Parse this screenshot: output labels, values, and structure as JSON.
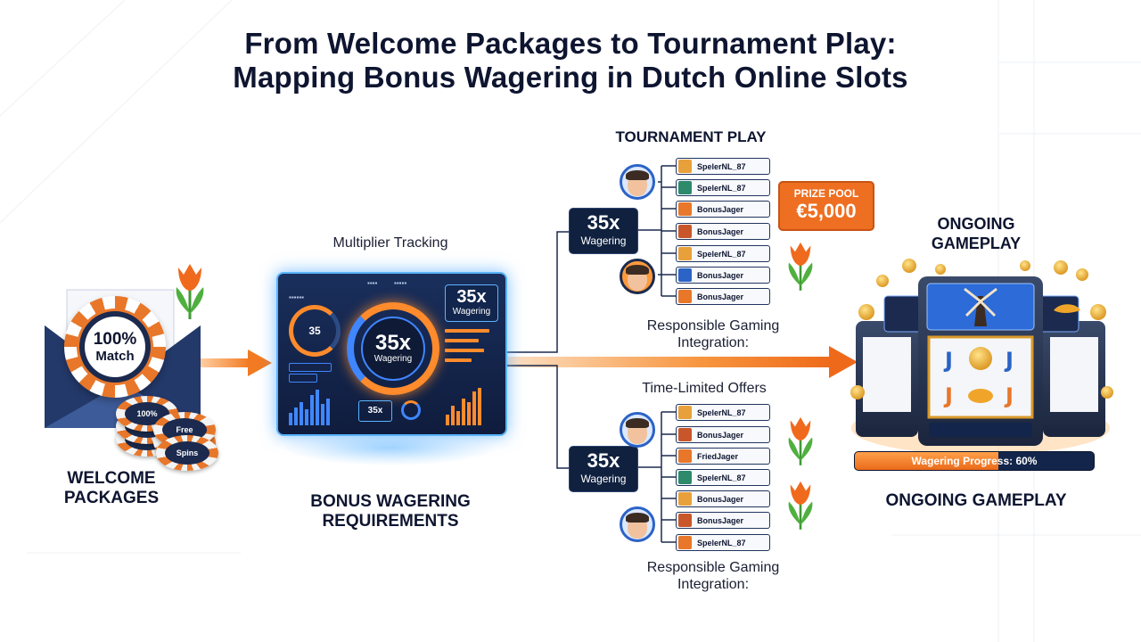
{
  "title": {
    "line1": "From Welcome Packages to Tournament Play:",
    "line2": "Mapping Bonus Wagering in Dutch Online Slots"
  },
  "welcome": {
    "chip_line1": "100%",
    "chip_line2": "Match",
    "small_chip_1": "100%",
    "small_chip_2": "Free",
    "small_chip_3": "Spins",
    "label_line1": "WELCOME",
    "label_line2": "PACKAGES"
  },
  "wagering": {
    "top_label": "Multiplier Tracking",
    "dash_gauge_small": "35",
    "dash_gauge_value": "35x",
    "dash_gauge_label": "Wagering",
    "dash_box_value": "35x",
    "dash_box_label": "Wagering",
    "dash_mini_badge": "35x",
    "label_line1": "BONUS WAGERING",
    "label_line2": "REQUIREMENTS"
  },
  "tournament": {
    "title": "TOURNAMENT PLAY",
    "multiplier_top": {
      "value": "35x",
      "label": "Wagering"
    },
    "multiplier_bottom": {
      "value": "35x",
      "label": "Wagering"
    },
    "prize_label": "PRIZE POOL",
    "prize_value": "€5,000",
    "responsible_top_line1": "Responsible Gaming",
    "responsible_top_line2": "Integration:",
    "time_limited": "Time-Limited Offers",
    "responsible_bottom_line1": "Responsible Gaming",
    "responsible_bottom_line2": "Integration:",
    "players_top": [
      "SpelerNL_87",
      "SpelerNL_87",
      "BonusJager",
      "BonusJager",
      "SpelerNL_87",
      "BonusJager",
      "BonusJager"
    ],
    "players_bottom": [
      "SpelerNL_87",
      "BonusJager",
      "FriedJager",
      "SpelerNL_87",
      "BonusJager",
      "BonusJager",
      "SpelerNL_87"
    ]
  },
  "ongoing": {
    "top_line1": "ONGOING",
    "top_line2": "GAMEPLAY",
    "progress_text": "Wagering Progress: 60%",
    "progress_value": 0.6,
    "bottom_label": "ONGOING GAMEPLAY"
  },
  "colors": {
    "navy": "#10213f",
    "orange": "#ee6f22",
    "accent_blue": "#5ab4ff"
  }
}
